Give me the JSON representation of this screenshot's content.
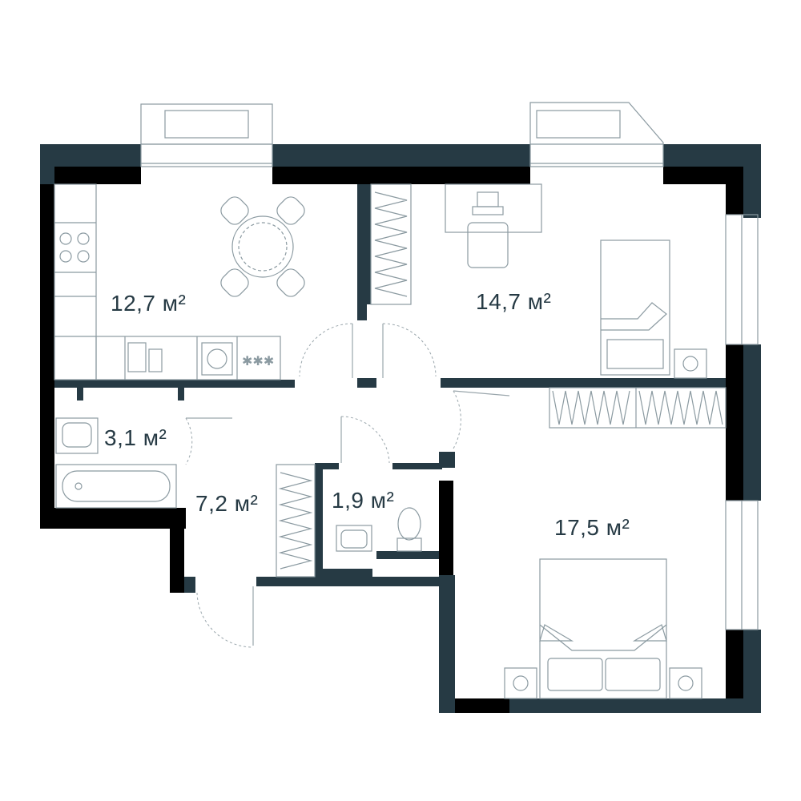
{
  "plan": {
    "rooms": {
      "kitchen": {
        "area": "12,7 м²"
      },
      "bedroom_small": {
        "area": "14,7 м²"
      },
      "bathroom": {
        "area": "3,1 м²"
      },
      "hall": {
        "area": "7,2 м²"
      },
      "wc": {
        "area": "1,9 м²"
      },
      "bedroom_large": {
        "area": "17,5 м²"
      }
    },
    "colors": {
      "wall": "#263a44",
      "furniture_line": "#8b9aa1",
      "label": "#263a44"
    }
  }
}
